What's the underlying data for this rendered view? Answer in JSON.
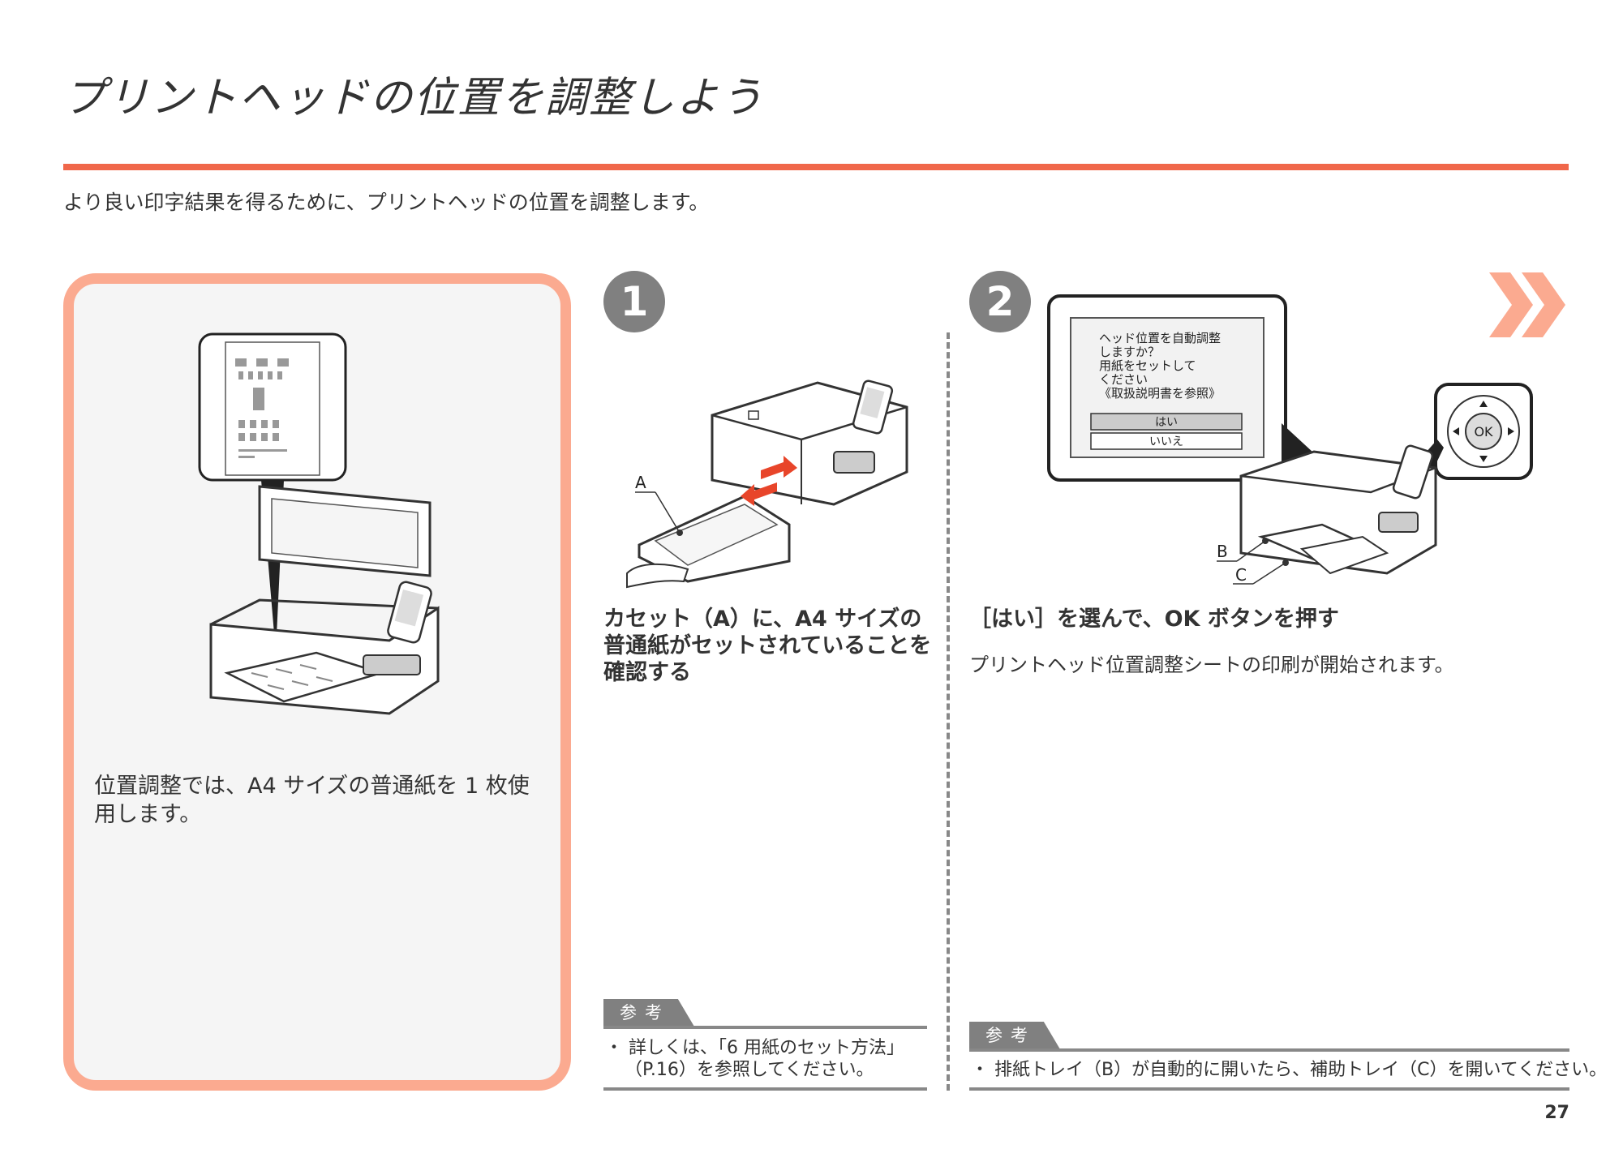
{
  "page": {
    "title": "プリントヘッドの位置を調整しよう",
    "intro": "より良い印字結果を得るために、プリントヘッドの位置を調整します。",
    "page_number": "27",
    "accent_color": "#f0674a",
    "panel_border_color": "#fbaa90"
  },
  "left_panel": {
    "text": "位置調整では、A4 サイズの普通紙を 1 枚使用します。"
  },
  "step1": {
    "number": "1",
    "heading": "カセット（A）に、A4 サイズの普通紙がセットされていることを確認する",
    "label_a": "A",
    "note_tab": "参考",
    "note_line1": "・ 詳しくは、「6 用紙のセット方法」",
    "note_line2": "（P.16）を参照してください。"
  },
  "step2": {
    "number": "2",
    "heading": "［はい］を選んで、OK ボタンを押す",
    "body": "プリントヘッド位置調整シートの印刷が開始されます。",
    "lcd_line1": "ヘッド位置を自動調整",
    "lcd_line2": "しますか？",
    "lcd_line3": "用紙をセットして",
    "lcd_line4": "ください",
    "lcd_line5": "《取扱説明書を参照》",
    "lcd_yes": "はい",
    "lcd_no": "いいえ",
    "ok_label": "OK",
    "label_b": "B",
    "label_c": "C",
    "note_tab": "参考",
    "note_text": "・ 排紙トレイ（B）が自動的に開いたら、補助トレイ（C）を開いてください。"
  },
  "icons": {
    "next": "double-chevron-right-icon"
  }
}
